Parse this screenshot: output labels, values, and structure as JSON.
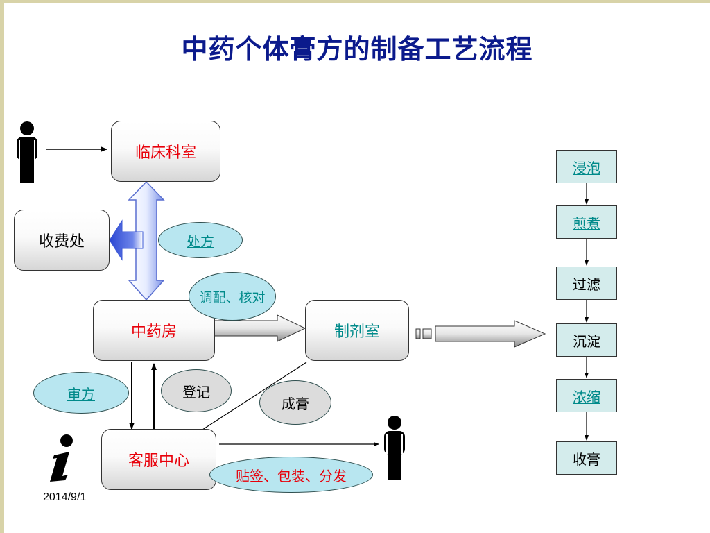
{
  "title": "中药个体膏方的制备工艺流程",
  "date": "2014/9/1",
  "nodes": {
    "clinic": "临床科室",
    "cashier": "收费处",
    "pharmacy": "中药房",
    "prep_room": "制剂室",
    "service_center": "客服中心"
  },
  "labels": {
    "prescription": "处方",
    "dispense_check": "调配、核对",
    "review": "审方",
    "register": "登记",
    "finished": "成膏",
    "pack_ship": "贴签、包装、分发"
  },
  "steps": [
    "浸泡",
    "煎煮",
    "过滤",
    "沉淀",
    "浓缩",
    "收膏"
  ],
  "colors": {
    "title": "#0b1a8c",
    "node_text_red": "#e8000a",
    "link_teal": "#008a8a",
    "oval_cyan": "#b8e6f0",
    "oval_gray": "#dcdcdc",
    "step_fill": "#d4ecec",
    "arrow_blue": "#3d5ad6"
  },
  "icons": {
    "person": "person-icon",
    "info": "info-icon"
  }
}
